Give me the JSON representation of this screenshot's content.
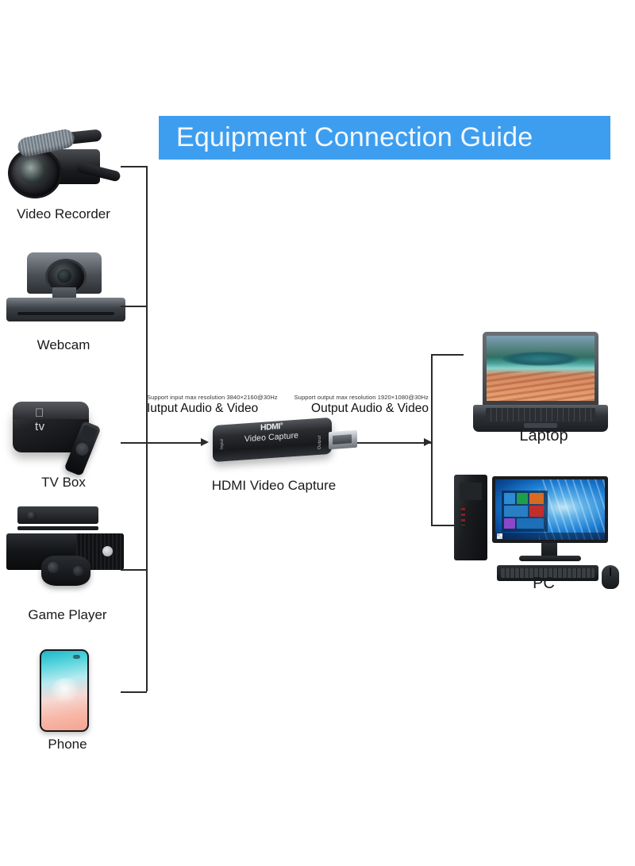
{
  "banner": {
    "title": "Equipment Connection Guide",
    "color": "#3d9ef0"
  },
  "flow": {
    "input": {
      "note": "Support input max resolution 3840×2160@30Hz",
      "label": "Iutput Audio & Video"
    },
    "output": {
      "note": "Support output max resolution 1920×1080@30Hz",
      "label": "Output Audio & Video"
    }
  },
  "device": {
    "caption": "HDMI Video Capture",
    "brand": "HDMI",
    "brand_mark": "®",
    "subtitle": "Video Capture",
    "port_in": "Input",
    "port_out": "Output"
  },
  "sources": [
    {
      "id": "video-recorder",
      "label": "Video Recorder"
    },
    {
      "id": "webcam",
      "label": "Webcam"
    },
    {
      "id": "tv-box",
      "label": "TV Box"
    },
    {
      "id": "game-player",
      "label": "Game Player"
    },
    {
      "id": "phone",
      "label": "Phone"
    }
  ],
  "destinations": [
    {
      "id": "laptop",
      "label": "Laptop"
    },
    {
      "id": "pc",
      "label": "PC"
    }
  ],
  "tv_box": {
    "logo": " tv"
  }
}
